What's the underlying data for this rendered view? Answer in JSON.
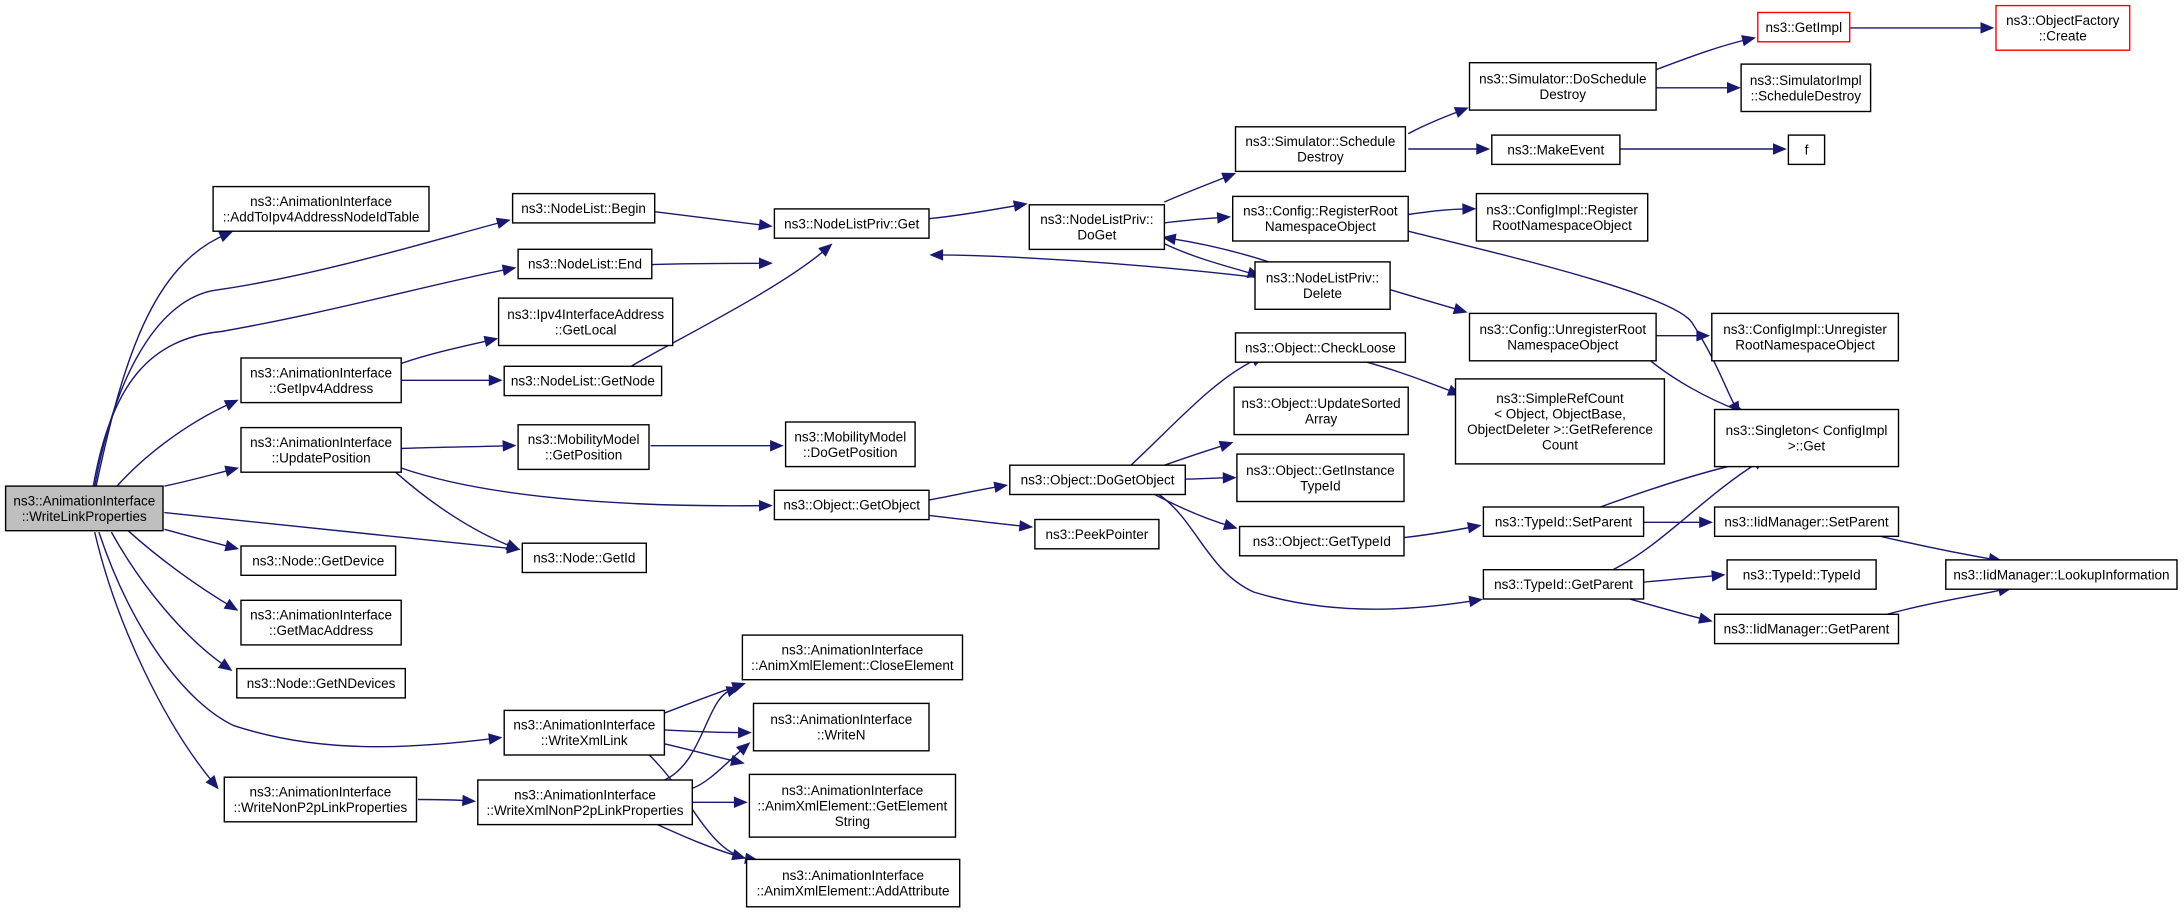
{
  "diagram": {
    "nodes": [
      {
        "id": "root",
        "lines": [
          "ns3::AnimationInterface",
          "::WriteLinkProperties"
        ]
      },
      {
        "id": "addto",
        "lines": [
          "ns3::AnimationInterface",
          "::AddToIpv4AddressNodeIdTable"
        ]
      },
      {
        "id": "getipv4",
        "lines": [
          "ns3::AnimationInterface",
          "::GetIpv4Address"
        ]
      },
      {
        "id": "updpos",
        "lines": [
          "ns3::AnimationInterface",
          "::UpdatePosition"
        ]
      },
      {
        "id": "getdev",
        "lines": [
          "ns3::Node::GetDevice"
        ]
      },
      {
        "id": "getmac",
        "lines": [
          "ns3::AnimationInterface",
          "::GetMacAddress"
        ]
      },
      {
        "id": "getndev",
        "lines": [
          "ns3::Node::GetNDevices"
        ]
      },
      {
        "id": "wnonp2p",
        "lines": [
          "ns3::AnimationInterface",
          "::WriteNonP2pLinkProperties"
        ]
      },
      {
        "id": "nlbegin",
        "lines": [
          "ns3::NodeList::Begin"
        ]
      },
      {
        "id": "nlend",
        "lines": [
          "ns3::NodeList::End"
        ]
      },
      {
        "id": "ipv4local",
        "lines": [
          "ns3::Ipv4InterfaceAddress",
          "::GetLocal"
        ]
      },
      {
        "id": "nlgetnode",
        "lines": [
          "ns3::NodeList::GetNode"
        ]
      },
      {
        "id": "mmgetpos",
        "lines": [
          "ns3::MobilityModel",
          "::GetPosition"
        ]
      },
      {
        "id": "nodegetid",
        "lines": [
          "ns3::Node::GetId"
        ]
      },
      {
        "id": "wxmllink",
        "lines": [
          "ns3::AnimationInterface",
          "::WriteXmlLink"
        ]
      },
      {
        "id": "wxmlnonp2p",
        "lines": [
          "ns3::AnimationInterface",
          "::WriteXmlNonP2pLinkProperties"
        ]
      },
      {
        "id": "nlpget",
        "lines": [
          "ns3::NodeListPriv::Get"
        ]
      },
      {
        "id": "mmdogetpos",
        "lines": [
          "ns3::MobilityModel",
          "::DoGetPosition"
        ]
      },
      {
        "id": "objgetobj",
        "lines": [
          "ns3::Object::GetObject"
        ]
      },
      {
        "id": "closeel",
        "lines": [
          "ns3::AnimationInterface",
          "::AnimXmlElement::CloseElement"
        ]
      },
      {
        "id": "writen",
        "lines": [
          "ns3::AnimationInterface",
          "::WriteN"
        ]
      },
      {
        "id": "getelstr",
        "lines": [
          "ns3::AnimationInterface",
          "::AnimXmlElement::GetElement",
          "String"
        ]
      },
      {
        "id": "addattr",
        "lines": [
          "ns3::AnimationInterface",
          "::AnimXmlElement::AddAttribute"
        ]
      },
      {
        "id": "nlpdoget",
        "lines": [
          "ns3::NodeListPriv::",
          "DoGet"
        ]
      },
      {
        "id": "objdoget",
        "lines": [
          "ns3::Object::DoGetObject"
        ]
      },
      {
        "id": "peekptr",
        "lines": [
          "ns3::PeekPointer"
        ]
      },
      {
        "id": "simsched",
        "lines": [
          "ns3::Simulator::Schedule",
          "Destroy"
        ]
      },
      {
        "id": "cfgregroot",
        "lines": [
          "ns3::Config::RegisterRoot",
          "NamespaceObject"
        ]
      },
      {
        "id": "nlpdelete",
        "lines": [
          "ns3::NodeListPriv::",
          "Delete"
        ]
      },
      {
        "id": "objchkloose",
        "lines": [
          "ns3::Object::CheckLoose"
        ]
      },
      {
        "id": "objupdsorted",
        "lines": [
          "ns3::Object::UpdateSorted",
          "Array"
        ]
      },
      {
        "id": "objgetinst",
        "lines": [
          "ns3::Object::GetInstance",
          "TypeId"
        ]
      },
      {
        "id": "objgettid",
        "lines": [
          "ns3::Object::GetTypeId"
        ]
      },
      {
        "id": "simdosched",
        "lines": [
          "ns3::Simulator::DoSchedule",
          "Destroy"
        ]
      },
      {
        "id": "makeevent",
        "lines": [
          "ns3::MakeEvent"
        ]
      },
      {
        "id": "cimplreg",
        "lines": [
          "ns3::ConfigImpl::Register",
          "RootNamespaceObject"
        ]
      },
      {
        "id": "cfgunreg",
        "lines": [
          "ns3::Config::UnregisterRoot",
          "NamespaceObject"
        ]
      },
      {
        "id": "simplerefcount",
        "lines": [
          "ns3::SimpleRefCount",
          "< Object, ObjectBase,",
          "ObjectDeleter >::GetReference",
          "Count"
        ]
      },
      {
        "id": "tidsetparent",
        "lines": [
          "ns3::TypeId::SetParent"
        ]
      },
      {
        "id": "tidgetparent",
        "lines": [
          "ns3::TypeId::GetParent"
        ]
      },
      {
        "id": "getimpl",
        "lines": [
          "ns3::GetImpl"
        ]
      },
      {
        "id": "simimplsched",
        "lines": [
          "ns3::SimulatorImpl",
          "::ScheduleDestroy"
        ]
      },
      {
        "id": "ff",
        "lines": [
          "f"
        ]
      },
      {
        "id": "cimplunreg",
        "lines": [
          "ns3::ConfigImpl::Unregister",
          "RootNamespaceObject"
        ]
      },
      {
        "id": "singleton",
        "lines": [
          "ns3::Singleton< ConfigImpl",
          ">::Get"
        ]
      },
      {
        "id": "iidsetparent",
        "lines": [
          "ns3::IidManager::SetParent"
        ]
      },
      {
        "id": "tidtypeid",
        "lines": [
          "ns3::TypeId::TypeId"
        ]
      },
      {
        "id": "iidgetparent",
        "lines": [
          "ns3::IidManager::GetParent"
        ]
      },
      {
        "id": "objfactory",
        "lines": [
          "ns3::ObjectFactory",
          "::Create"
        ]
      },
      {
        "id": "iidlookup",
        "lines": [
          "ns3::IidManager::LookupInformation"
        ]
      }
    ]
  }
}
